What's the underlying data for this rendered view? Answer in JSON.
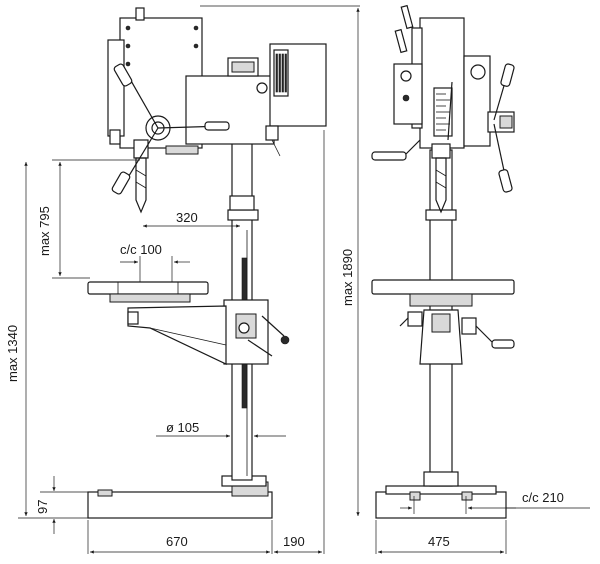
{
  "dimensions": {
    "max_795": "max 795",
    "max_1340": "max 1340",
    "max_1890": "max 1890",
    "d_320": "320",
    "cc_100": "c/c 100",
    "d_105": "ø 105",
    "d_97": "97",
    "d_670": "670",
    "d_190": "190",
    "d_475": "475",
    "cc_210": "c/c 210"
  }
}
